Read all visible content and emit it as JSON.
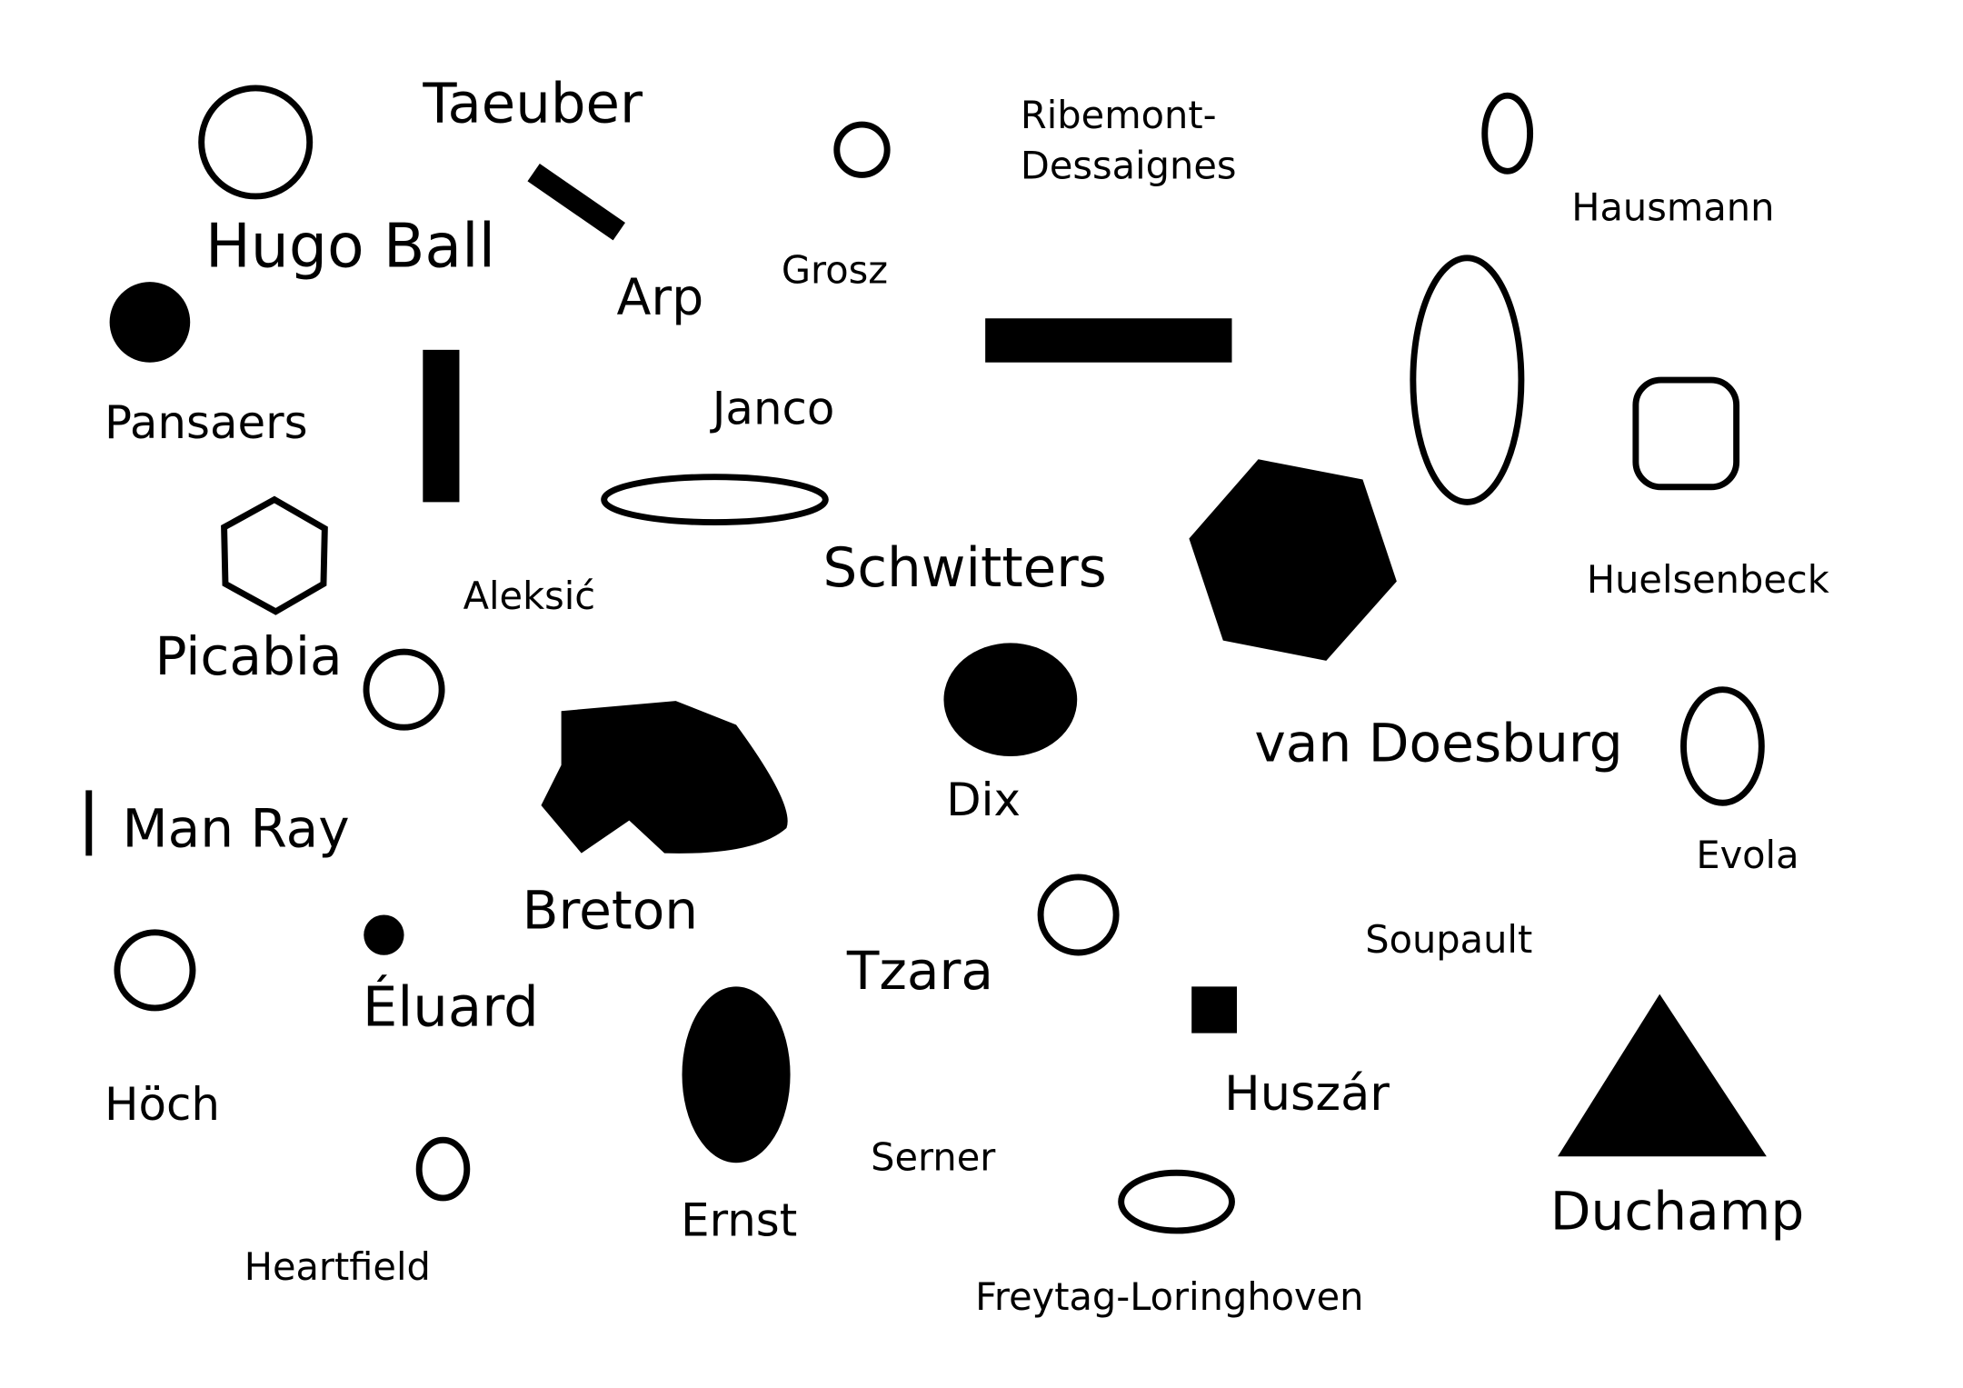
{
  "colors": {
    "background": "#ffffff",
    "ink": "#000000"
  },
  "labels": {
    "taeuber": "Taeuber",
    "hugo_ball": "Hugo Ball",
    "arp": "Arp",
    "grosz": "Grosz",
    "ribemont_1": "Ribemont-",
    "ribemont_2": "Dessaignes",
    "hausmann": "Hausmann",
    "pansaers": "Pansaers",
    "janco": "Janco",
    "aleksic": "Aleksić",
    "schwitters": "Schwitters",
    "huelsenbeck": "Huelsenbeck",
    "picabia": "Picabia",
    "van_doesburg": "van Doesburg",
    "dix": "Dix",
    "man_ray": "Man Ray",
    "evola": "Evola",
    "breton": "Breton",
    "soupault": "Soupault",
    "tzara": "Tzara",
    "eluard": "Éluard",
    "huszar": "Huszár",
    "hoch": "Höch",
    "serner": "Serner",
    "ernst": "Ernst",
    "duchamp": "Duchamp",
    "heartfield": "Heartfield",
    "freytag": "Freytag-Loringhoven"
  }
}
